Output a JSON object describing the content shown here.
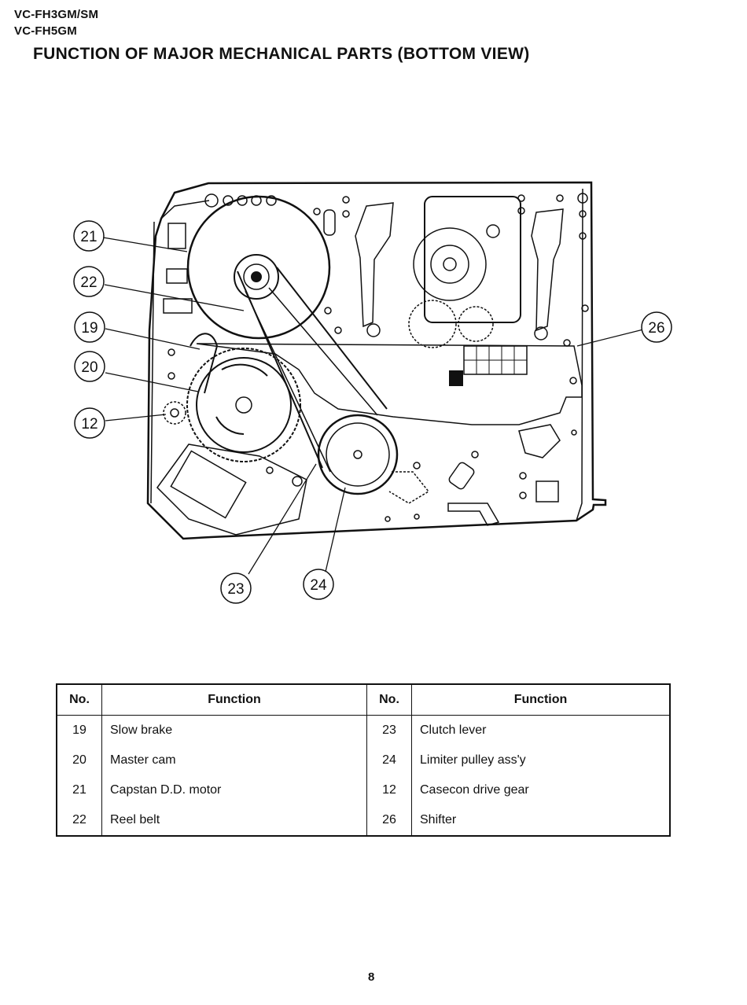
{
  "header": {
    "model_line_1": "VC-FH3GM/SM",
    "model_line_2": "VC-FH5GM",
    "title": "FUNCTION OF MAJOR MECHANICAL PARTS (BOTTOM VIEW)"
  },
  "diagram": {
    "callouts": [
      "21",
      "22",
      "19",
      "20",
      "12",
      "23",
      "24",
      "26"
    ]
  },
  "table": {
    "headers": [
      "No.",
      "Function",
      "No.",
      "Function"
    ],
    "rows": [
      {
        "no_left": "19",
        "fn_left": "Slow brake",
        "no_right": "23",
        "fn_right": "Clutch lever"
      },
      {
        "no_left": "20",
        "fn_left": "Master cam",
        "no_right": "24",
        "fn_right": "Limiter pulley ass'y"
      },
      {
        "no_left": "21",
        "fn_left": "Capstan D.D. motor",
        "no_right": "12",
        "fn_right": "Casecon drive gear"
      },
      {
        "no_left": "22",
        "fn_left": "Reel belt",
        "no_right": "26",
        "fn_right": "Shifter"
      }
    ]
  },
  "page_number": "8"
}
